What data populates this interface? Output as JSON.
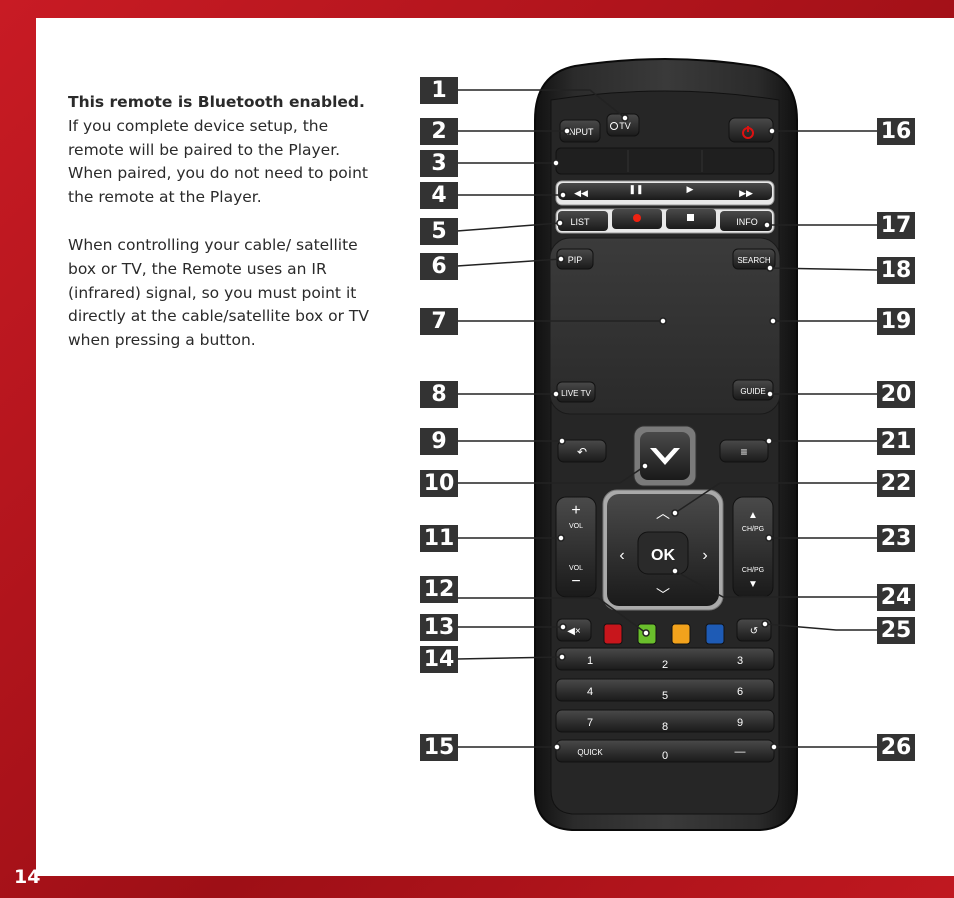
{
  "page_number": "14",
  "intro": {
    "bold_line": "This remote is Bluetooth enabled.",
    "para1": "If you complete device setup, the remote will be paired to the Player. When paired, you do not need to point the remote at the Player.",
    "para2": "When controlling your cable/ satellite box or TV, the Remote uses an IR (infrared) signal, so you must point it directly at the cable/satellite box or TV when pressing a button."
  },
  "callouts_left": [
    "1",
    "2",
    "3",
    "4",
    "5",
    "6",
    "7",
    "8",
    "9",
    "10",
    "11",
    "12",
    "13",
    "14",
    "15"
  ],
  "callouts_right": [
    "16",
    "17",
    "18",
    "19",
    "20",
    "21",
    "22",
    "23",
    "24",
    "25",
    "26"
  ],
  "remote": {
    "input": "INPUT",
    "tv": "TV",
    "list": "LIST",
    "info": "INFO",
    "pip": "PIP",
    "search": "SEARCH",
    "live_tv": "LIVE TV",
    "guide": "GUIDE",
    "vol": "VOL",
    "chpg": "CH/PG",
    "ok": "OK",
    "quick": "QUICK",
    "keys": [
      "1",
      "2",
      "3",
      "4",
      "5",
      "6",
      "7",
      "8",
      "9",
      "0"
    ],
    "dash": "—"
  },
  "colors": {
    "accent_red": "#c8171f",
    "callout_bg": "#333333",
    "red_btn": "#c8161c",
    "green_btn": "#6abf2c",
    "yellow_btn": "#f2a21c",
    "blue_btn": "#1e5bb5"
  }
}
